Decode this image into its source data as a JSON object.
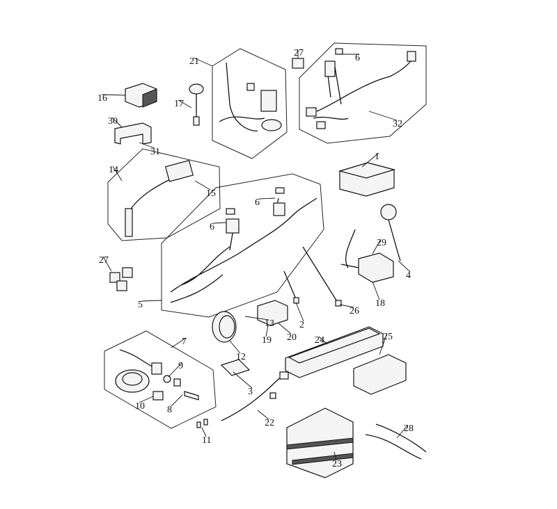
{
  "diagram": {
    "type": "exploded parts diagram - electrical components",
    "callouts": [
      "21",
      "27",
      "6",
      "16",
      "17",
      "30",
      "31",
      "32",
      "1",
      "14",
      "15",
      "6",
      "6",
      "29",
      "27",
      "4",
      "18",
      "5",
      "26",
      "2",
      "13",
      "24",
      "19",
      "20",
      "7",
      "25",
      "12",
      "9",
      "3",
      "8",
      "10",
      "22",
      "11",
      "28",
      "23"
    ]
  },
  "colors": {
    "line": "#111111",
    "background": "#ffffff"
  }
}
